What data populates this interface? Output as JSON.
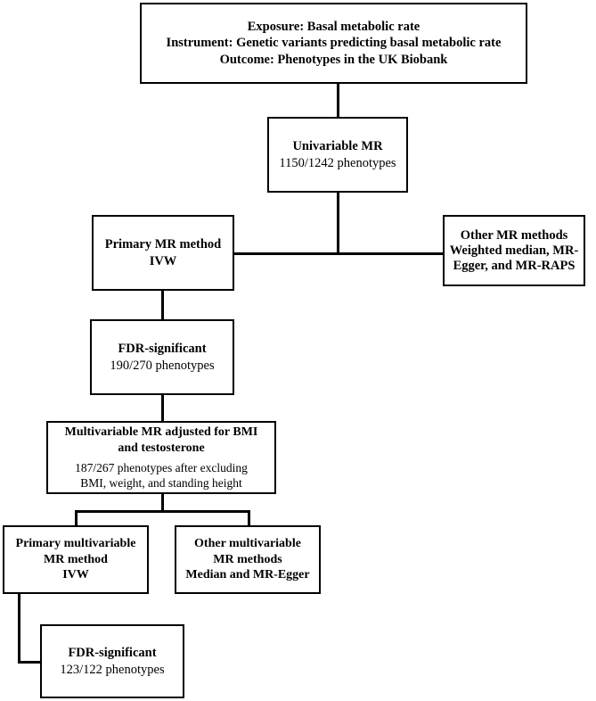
{
  "diagram": {
    "title": "Mendelian randomization study flowchart",
    "type": "flowchart",
    "stroke_color": "#000000",
    "background_color": "#ffffff",
    "nodes": {
      "header": {
        "line1": "Exposure: Basal metabolic rate",
        "line2": "Instrument: Genetic variants predicting basal metabolic rate",
        "line3": "Outcome: Phenotypes in the UK Biobank"
      },
      "univariable": {
        "line1": "Univariable MR",
        "line2": "1150/1242 phenotypes"
      },
      "primary_mr": {
        "line1": "Primary MR method",
        "line2": "IVW"
      },
      "other_mr": {
        "line1": "Other MR methods",
        "line2": "Weighted median, MR-",
        "line3": "Egger, and MR-RAPS"
      },
      "fdr_significant_1": {
        "line1": "FDR-significant",
        "line2": "190/270 phenotypes"
      },
      "multivariable": {
        "line1": "Multivariable MR adjusted for BMI",
        "line2": "and testosterone",
        "line3": "187/267 phenotypes after excluding",
        "line4": "BMI, weight, and standing height"
      },
      "primary_multivariable": {
        "line1": "Primary multivariable",
        "line2": "MR method",
        "line3": "IVW"
      },
      "other_multivariable": {
        "line1": "Other multivariable",
        "line2": "MR methods",
        "line3": "Median and MR-Egger"
      },
      "fdr_significant_2": {
        "line1": "FDR-significant",
        "line2": "123/122 phenotypes"
      }
    }
  }
}
